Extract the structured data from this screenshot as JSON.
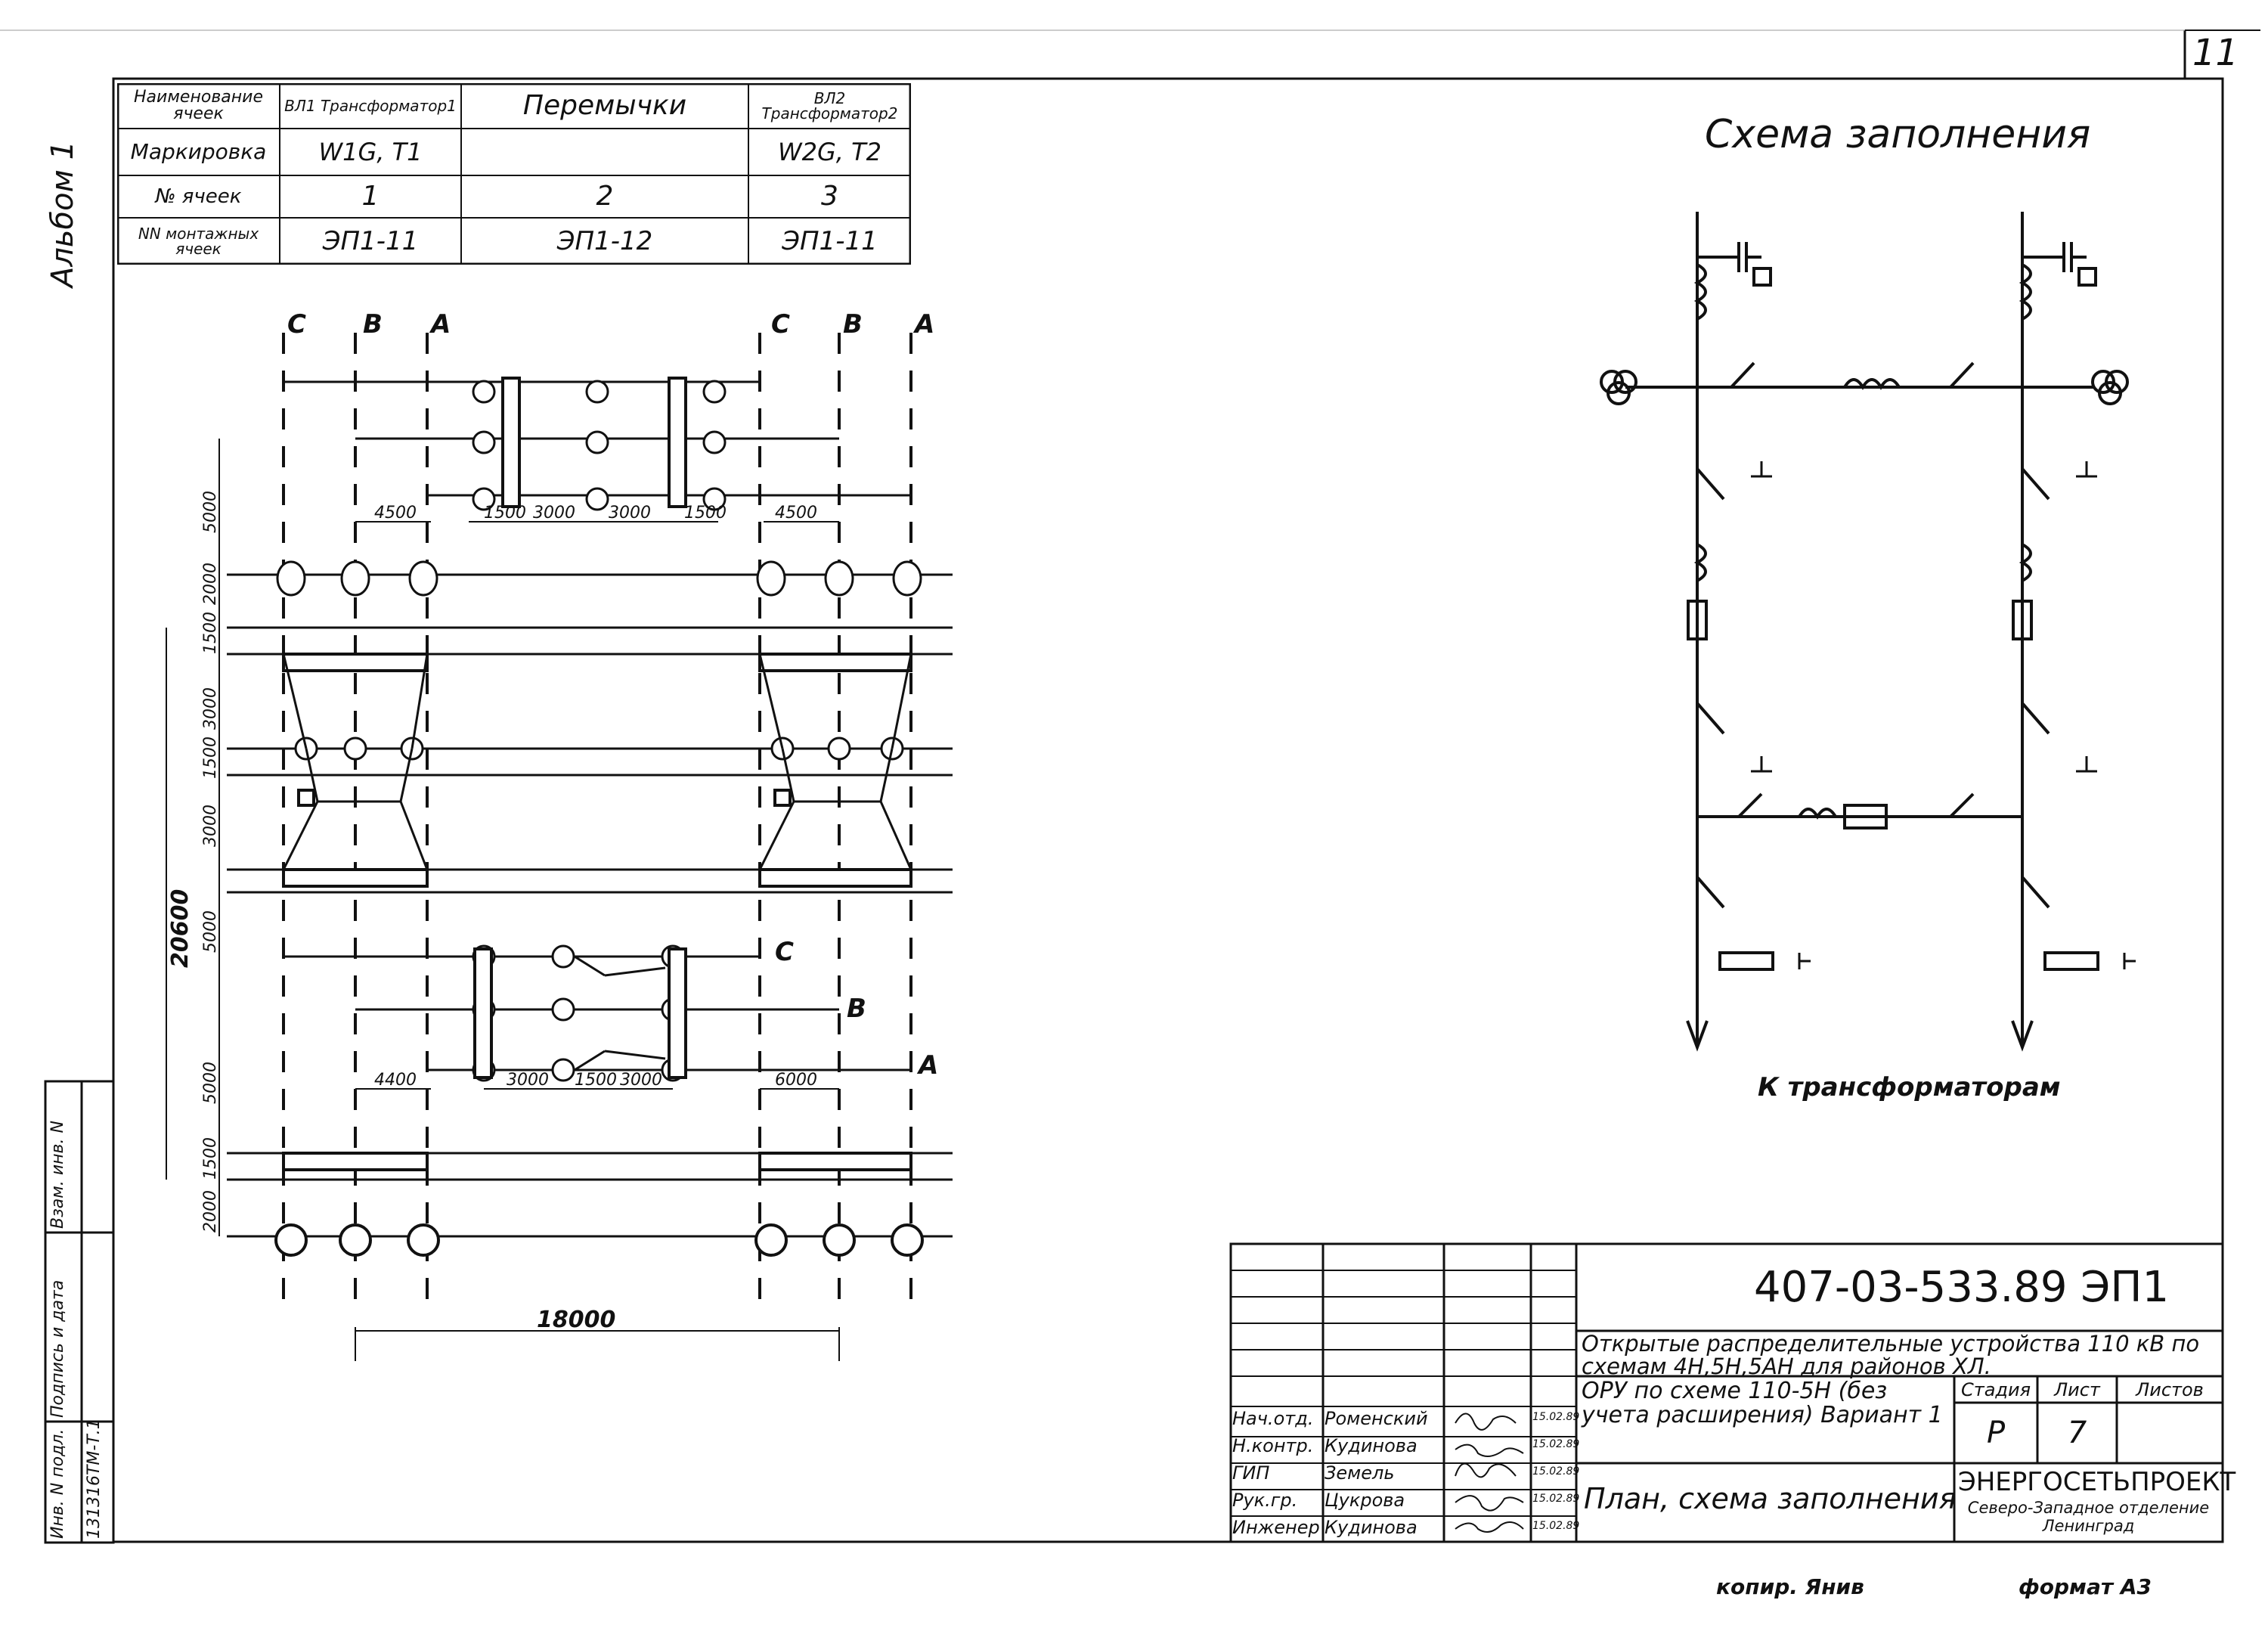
{
  "sheet_number": "11",
  "album_label": "Альбом 1",
  "cell_table": {
    "header": {
      "label": "Наименование ячеек",
      "col1": "ВЛ1 Трансформатор1",
      "col2": "Перемычки",
      "col3": "ВЛ2 Трансформатор2"
    },
    "rows": [
      {
        "label": "Маркировка",
        "c1": "W1G, T1",
        "c2": "",
        "c3": "W2G, T2"
      },
      {
        "label": "№ ячеек",
        "c1": "1",
        "c2": "2",
        "c3": "3"
      },
      {
        "label": "NN монтажных ячеек",
        "c1": "ЭП1-11",
        "c2": "ЭП1-12",
        "c3": "ЭП1-11"
      }
    ]
  },
  "plan": {
    "axis_labels": [
      "C",
      "B",
      "A",
      "C",
      "B",
      "A"
    ],
    "right_axis_labels": [
      "C",
      "B",
      "A"
    ],
    "dims_top": [
      "4500",
      "1500",
      "3000",
      "3000",
      "1500",
      "4500"
    ],
    "dims_bottom": [
      "4400",
      "3000",
      "1500",
      "3000",
      "6000"
    ],
    "dims_left": [
      "5000",
      "2000",
      "1500",
      "3000",
      "1500",
      "3000",
      "5000",
      "5000",
      "1500",
      "2000"
    ],
    "total_height": "20600",
    "total_width": "18000"
  },
  "scheme": {
    "title": "Схема заполнения",
    "caption": "К трансформаторам"
  },
  "side_stamp": {
    "labels": [
      "Инв. N подл.",
      "Подпись и дата",
      "Взам. инв. N"
    ],
    "inv_number": "131316ТМ-Т.1"
  },
  "title_block": {
    "doc_code": "407-03-533.89 ЭП1",
    "project_title": "Открытые распределительные устройства 110 кВ по схемам 4Н,5Н,5АН для районов ХЛ.",
    "sheet_title": "ОРУ по схеме 110-5Н (без учета расширения) Вариант 1",
    "drawing_title": "План, схема заполнения",
    "stage_label": "Стадия",
    "sheet_label": "Лист",
    "sheets_label": "Листов",
    "stage": "Р",
    "sheet": "7",
    "sheets": "",
    "org_name": "ЭНЕРГОСЕТЬПРОЕКТ",
    "org_branch": "Северо-Западное отделение Ленинград",
    "signatures": [
      {
        "role": "Нач.отд.",
        "name": "Роменский",
        "date": "15.02.89"
      },
      {
        "role": "Н.контр.",
        "name": "Кудинова",
        "date": "15.02.89"
      },
      {
        "role": "ГИП",
        "name": "Земель",
        "date": "15.02.89"
      },
      {
        "role": "Рук.гр.",
        "name": "Цукрова",
        "date": "15.02.89"
      },
      {
        "role": "Инженер",
        "name": "Кудинова",
        "date": "15.02.89"
      }
    ]
  },
  "footer": {
    "copied": "копир. Янив",
    "format": "формат А3"
  }
}
